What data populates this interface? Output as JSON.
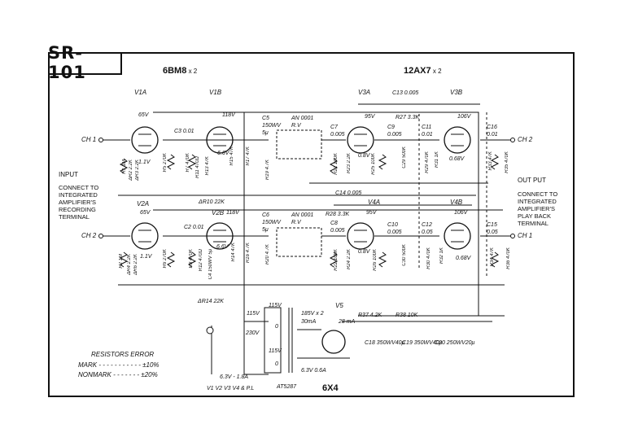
{
  "title": "SR-101",
  "tubes": {
    "main_6bm8": "6BM8",
    "main_6bm8_qty": "x 2",
    "main_12ax7": "12AX7",
    "main_12ax7_qty": "x 2",
    "rectifier": "6X4"
  },
  "tube_labels": [
    "V1A",
    "V1B",
    "V2A",
    "V2B",
    "V3A",
    "V3B",
    "V4A",
    "V4B",
    "V5"
  ],
  "voltages": {
    "v1a": "65V",
    "v1b": "118V",
    "v3a": "95V",
    "v3b": "106V",
    "v2a": "65V",
    "v2b": "118V",
    "v4a": "95V",
    "v4b": "106V",
    "k1a": "1.1V",
    "k1b": "6.6V",
    "k3a": "0.8V",
    "k3b": "0.68V",
    "k2a": "1.1V",
    "k2b": "6.6V",
    "k4a": "0.8V",
    "k4b": "0.68V"
  },
  "io_labels": {
    "ch1_in": "CH 1",
    "ch2_in": "CH 2",
    "ch2_out": "CH 2",
    "ch1_out": "CH 1",
    "input": "INPUT",
    "input_desc": [
      "CONNECT TO",
      "INTEGRATED",
      "AMPLIFIER'S",
      "RECORDING",
      "TERMINAL"
    ],
    "output": "OUT PUT",
    "output_desc": [
      "CONNECT TO",
      "INTEGRATED",
      "AMPLIFIER'S",
      "PLAY BACK",
      "TERMINAL"
    ]
  },
  "components": {
    "c13": "C13 0.005",
    "r27": "R27 3.3K",
    "c14": "C14 0.005",
    "r28": "R28 3.3K",
    "c3": "C3 0.01",
    "c5": "C5 150WV 5μ",
    "c6": "C6 150WV 5μ",
    "c2": "C2 0.01",
    "rv1": "AN 0001 R.V",
    "rv2": "AN 0001 R.V",
    "c7": "C7 0.005",
    "c9": "C9 0.005",
    "c11": "C11 0.01",
    "c8": "C8 0.005",
    "c10": "C10 0.005",
    "c12": "C12 0.05",
    "c16": "C16 0.01",
    "c15": "C15 0.05",
    "r10": "ΔR10 22K",
    "r14": "ΔR14 22K",
    "r37": "R37 4.2K",
    "r38": "R38 10K",
    "c18": "C18 350WV40μ",
    "c19": "C19 350WV40μ",
    "c20": "C20 250WV20μ",
    "trans_hv": "185V x 2",
    "trans_ma": "30mA",
    "trans_28": "28",
    "trans_ma2": "mA",
    "trans_heater": "6.3V 0.6A",
    "trans_heater2": "6.3V - 1.8A",
    "trans_model": "AT5287",
    "trans_115a": "115V",
    "trans_230": "230V",
    "trans_115b": "115V",
    "trans_0a": "0",
    "trans_0b": "0",
    "trans_115c": "115V",
    "heaters": "V1 V2 V3 V4 & P.L",
    "upper_r": [
      "R1 1M",
      "ΔR2 2.2K",
      "ΔR3 2.2K",
      "R5 270K",
      "R7 470K",
      "R11 470Ω",
      "R13 47K",
      "R15 47K",
      "R17 47K",
      "R19 4.7K",
      "R21 100K",
      "R23 2.2K",
      "R25 100K",
      "R29 470K",
      "C29 500K",
      "R31 1K",
      "R33 47K",
      "R35 470K"
    ],
    "lower_r": [
      "R2 1M",
      "ΔR4 2.2K",
      "ΔR6 2.2K",
      "R6 270K",
      "R8 470K",
      "R12 470Ω",
      "C4 150WV 5μ",
      "R14 47K",
      "R16 4.7K",
      "R20 4.7K",
      "R22 100K",
      "R24 2.2K",
      "R26 100K",
      "C30 500K",
      "R30 470K",
      "R32 1K",
      "R34 47K",
      "R36 470K"
    ]
  },
  "legend": {
    "title": "RESISTORS ERROR",
    "mark_label": "MARK",
    "mark_value": "±10%",
    "nonmark_label": "NONMARK",
    "nonmark_value": "±20%"
  }
}
